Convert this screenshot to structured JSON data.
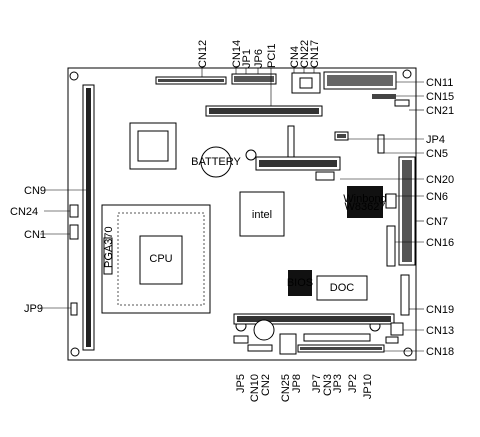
{
  "labels": {
    "top": [
      "CN12",
      "CN14",
      "JP1",
      "JP6",
      "PCI1",
      "CN4",
      "CN22",
      "CN17"
    ],
    "right": [
      "CN11",
      "CN15",
      "CN21",
      "JP4",
      "CN5",
      "CN20",
      "CN6",
      "CN7",
      "CN16",
      "CN19",
      "CN13",
      "CN18"
    ],
    "left": [
      "CN9",
      "CN24",
      "CN1",
      "JP9"
    ],
    "bottom": [
      "JP5",
      "CN10",
      "CN2",
      "CN25",
      "JP8",
      "JP7",
      "CN3",
      "JP3",
      "JP2",
      "JP10"
    ]
  },
  "chip_text": {
    "socket_name": "PGA370",
    "socket_core": "CPU",
    "battery": "BATTERY",
    "intel": "intel",
    "winbond": "Winbond",
    "winbond_sub": "W83627",
    "bios": "BIOS",
    "doc": "DOC"
  }
}
